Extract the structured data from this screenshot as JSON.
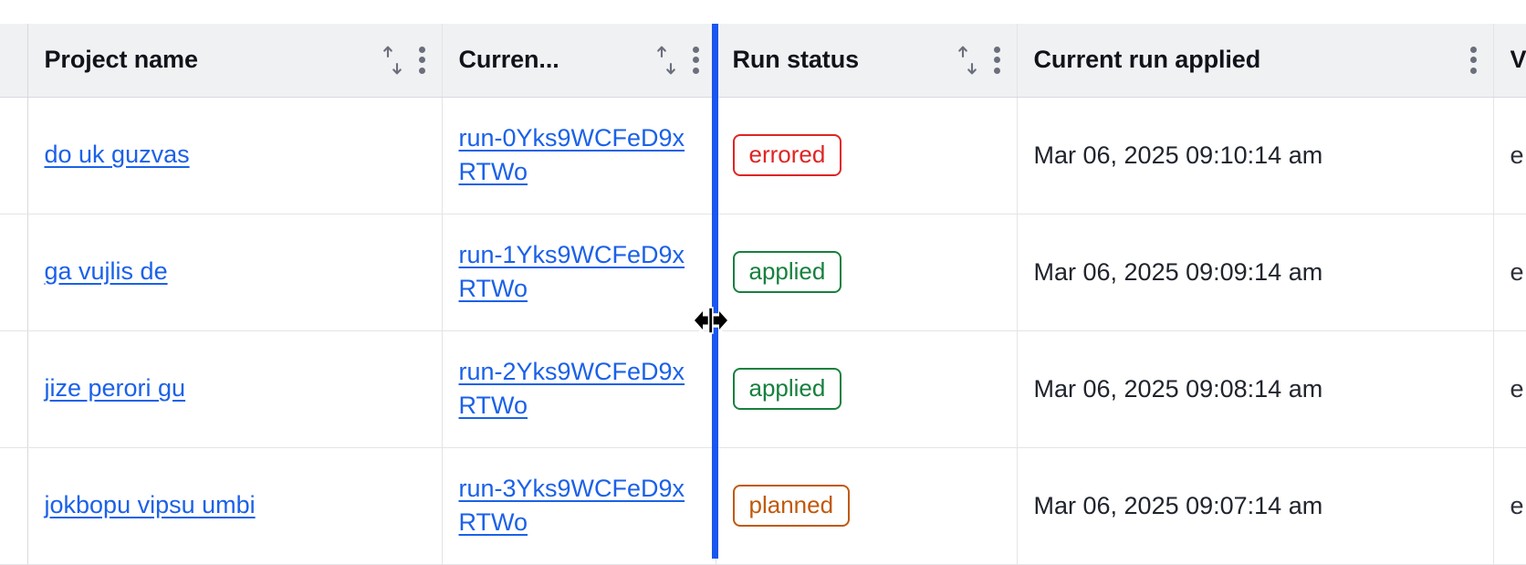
{
  "table": {
    "columns": [
      {
        "id": "gutter",
        "label": "",
        "has_sort": false,
        "has_menu": false
      },
      {
        "id": "project_name",
        "label": "Project name",
        "has_sort": true,
        "has_menu": true
      },
      {
        "id": "current_run",
        "label": "Curren...",
        "has_sort": true,
        "has_menu": true
      },
      {
        "id": "run_status",
        "label": "Run status",
        "has_sort": true,
        "has_menu": true
      },
      {
        "id": "current_run_applied",
        "label": "Current run applied",
        "has_sort": false,
        "has_menu": true
      },
      {
        "id": "partial",
        "label": "V",
        "has_sort": false,
        "has_menu": false
      }
    ],
    "headers": {
      "project_name": "Project name",
      "current_run": "Curren...",
      "run_status": "Run status",
      "current_run_applied": "Current run applied",
      "partial": "V"
    },
    "rows": [
      {
        "project_name": "do uk guzvas",
        "current_run": "run-0Yks9WCFeD9xRTWo",
        "run_status": "errored",
        "run_status_kind": "errored",
        "current_run_applied": "Mar 06, 2025 09:10:14 am",
        "partial": "e"
      },
      {
        "project_name": "ga vujlis de",
        "current_run": "run-1Yks9WCFeD9xRTWo",
        "run_status": "applied",
        "run_status_kind": "applied",
        "current_run_applied": "Mar 06, 2025 09:09:14 am",
        "partial": "e"
      },
      {
        "project_name": "jize perori gu",
        "current_run": "run-2Yks9WCFeD9xRTWo",
        "run_status": "applied",
        "run_status_kind": "applied",
        "current_run_applied": "Mar 06, 2025 09:08:14 am",
        "partial": "e"
      },
      {
        "project_name": "jokbopu vipsu umbi",
        "current_run": "run-3Yks9WCFeD9xRTWo",
        "run_status": "planned",
        "run_status_kind": "planned",
        "current_run_applied": "Mar 06, 2025 09:07:14 am",
        "partial": "e"
      }
    ]
  },
  "interaction": {
    "column_resize_active": true,
    "resize_handle_column": "current_run",
    "cursor": "col-resize"
  },
  "colors": {
    "link": "#1b61e8",
    "errored": "#e02424",
    "applied": "#17803d",
    "planned": "#c0590c",
    "resize_line": "#1a56ef",
    "header_bg": "#f0f1f3",
    "border": "#e3e4e8",
    "text": "#20242c"
  }
}
